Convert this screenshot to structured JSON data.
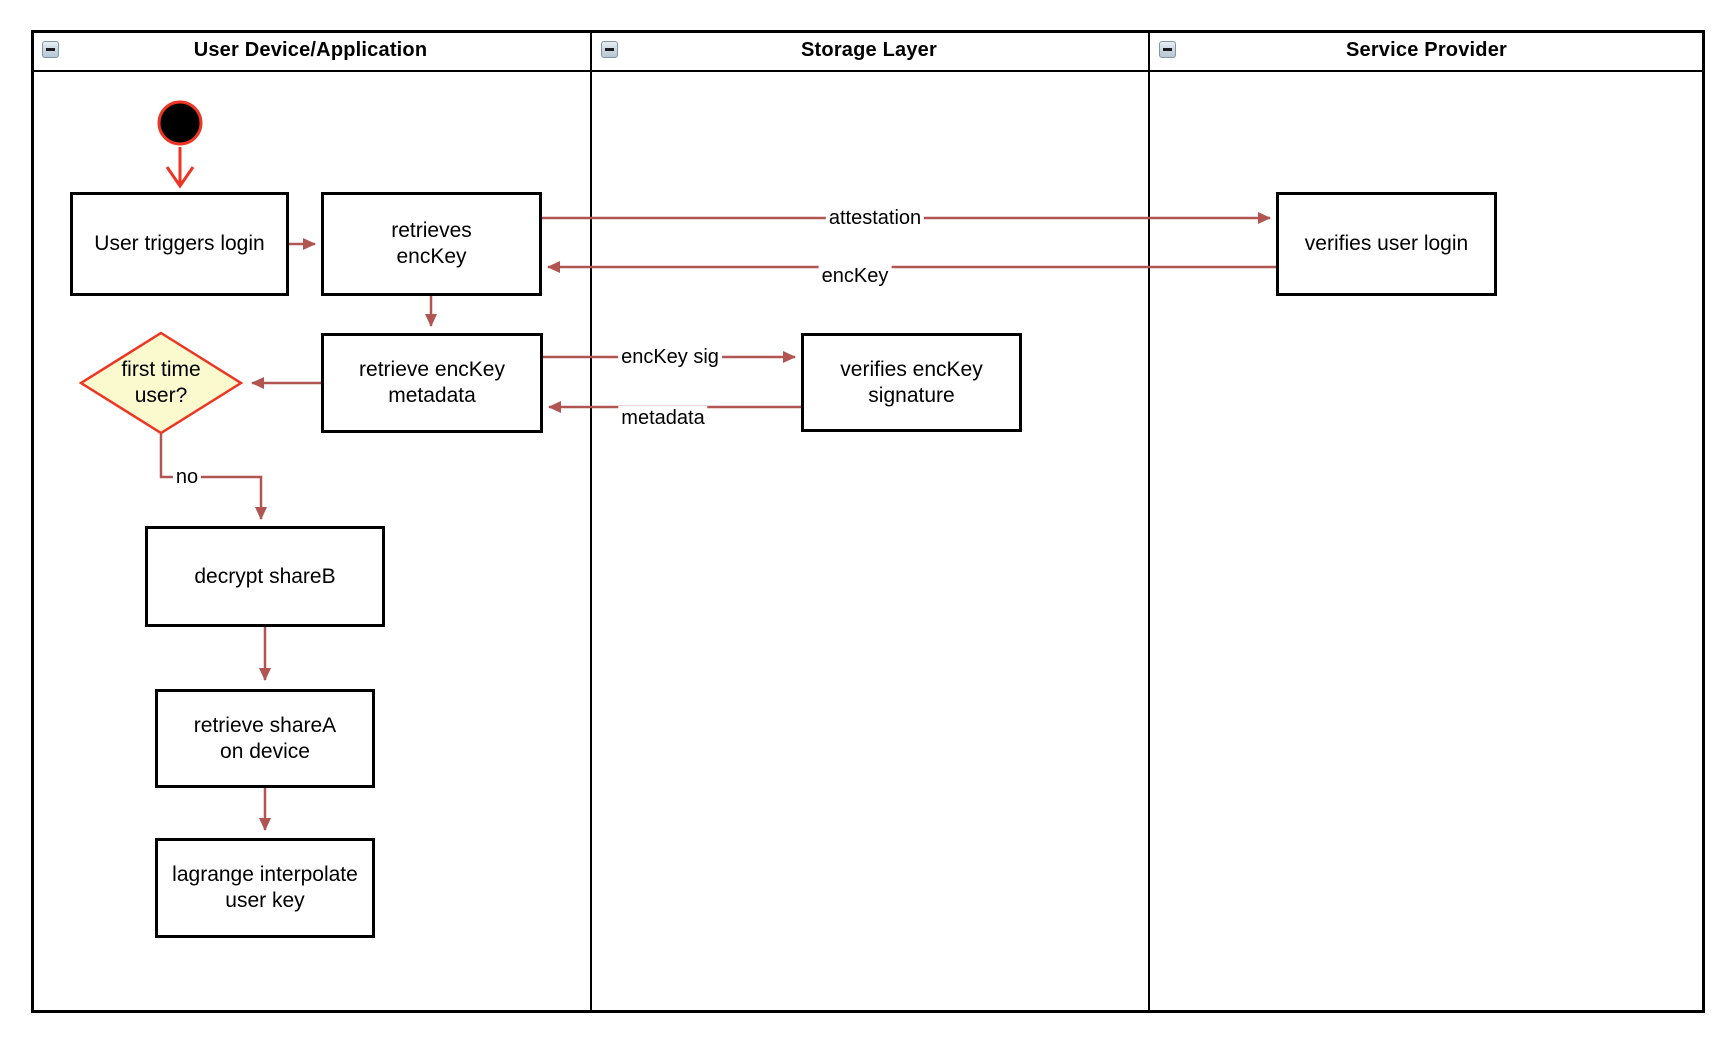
{
  "diagram": {
    "lanes": [
      {
        "title": "User Device/Application"
      },
      {
        "title": "Storage Layer"
      },
      {
        "title": "Service Provider"
      }
    ],
    "nodes": {
      "start": {
        "type": "initial-node"
      },
      "user_triggers_login": {
        "label": "User triggers login"
      },
      "retrieves_enckey": {
        "label": "retrieves\nencKey"
      },
      "retrieve_enckey_metadata": {
        "label": "retrieve encKey\nmetadata"
      },
      "first_time_user": {
        "label": "first time\nuser?"
      },
      "decrypt_shareb": {
        "label": "decrypt shareB"
      },
      "retrieve_sharea": {
        "label": "retrieve shareA\non device"
      },
      "lagrange_interpolate": {
        "label": "lagrange interpolate\nuser key"
      },
      "verifies_enckey_signature": {
        "label": "verifies encKey\nsignature"
      },
      "verifies_user_login": {
        "label": "verifies user login"
      }
    },
    "edge_labels": {
      "attestation": "attestation",
      "enckey": "encKey",
      "enckey_sig": "encKey sig",
      "metadata": "metadata",
      "no": "no"
    },
    "colors": {
      "flow_arrow": "#B05551",
      "start_highlight": "#EE3524",
      "decision_fill": "#FBF9CE",
      "node_border": "#000000",
      "collapse_icon_face": "#CDD9E3"
    },
    "icons": {
      "collapse": "minus-box"
    }
  }
}
